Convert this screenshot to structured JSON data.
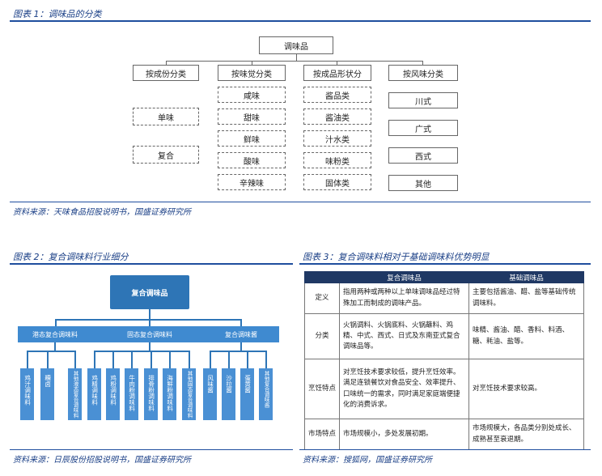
{
  "fig1": {
    "title": "图表 1：调味品的分类",
    "root": "调味品",
    "categories": [
      "按成份分类",
      "按味觉分类",
      "按成品形状分",
      "按风味分类"
    ],
    "by_ingredient": [
      "单味",
      "复合"
    ],
    "by_taste": [
      "咸味",
      "甜味",
      "鲜味",
      "酸味",
      "辛辣味"
    ],
    "by_shape": [
      "酱品类",
      "酱油类",
      "汁水类",
      "味粉类",
      "固体类"
    ],
    "by_flavor": [
      "川式",
      "广式",
      "西式",
      "其他"
    ],
    "source": "资料来源：天味食品招股说明书，国盛证券研究所"
  },
  "fig2": {
    "title": "图表 2：复合调味料行业细分",
    "root": "复合调味品",
    "groups": [
      {
        "label": "港态复合调味料",
        "leaves": [
          "鸡汁调味料",
          "糟卤",
          "其他液态复合调味料"
        ]
      },
      {
        "label": "固态复合调味料",
        "leaves": [
          "鸡精调味料",
          "鸡粉调味料",
          "牛肉粉调味料",
          "排骨粉调味料",
          "海鲜粉调味料",
          "其他固态复合调味料"
        ]
      },
      {
        "label": "复合调味酱",
        "leaves": [
          "风味酱",
          "沙拉酱",
          "蛋黄酱",
          "其他复合调味酱"
        ]
      }
    ],
    "source": "资料来源：日辰股份招股说明书，国盛证券研究所"
  },
  "fig3": {
    "title": "图表 3：复合调味料相对于基础调味料优势明显",
    "headers": [
      "",
      "复合调味品",
      "基础调味品"
    ],
    "rows": [
      {
        "label": "定义",
        "a": "指用两种或两种以上单味调味品经过特殊加工而制成的调味产品。",
        "b": "主要包括酱油、醋、盐等基础传统调味料。"
      },
      {
        "label": "分类",
        "a": "火锅调料、火锅底料、火锅蘸料、鸡精、中式、西式、日式及东南亚式复合调味品等。",
        "b": "味精、酱油、醋、香料、料酒、糖、耗油、盐等。"
      },
      {
        "label": "烹饪特点",
        "a": "对烹饪技术要求较低，提升烹饪效率。满足连锁餐饮对食品安全、效率提升、口味统一的需求，同时满足家庭端便捷化的消费诉求。",
        "b": "对烹饪技术要求较高。"
      },
      {
        "label": "市场特点",
        "a": "市场规模小，多处发展初期。",
        "b": "市场规模大，各品类分别处成长、成熟甚至衰退期。"
      }
    ],
    "source": "资料来源：搜狐网，国盛证券研究所"
  }
}
